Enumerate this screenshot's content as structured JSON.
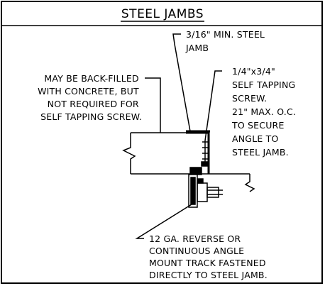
{
  "title": "STEEL JAMBS",
  "labels": {
    "steel_jamb": [
      "3/16\" MIN. STEEL",
      "JAMB"
    ],
    "backfill": [
      "MAY BE BACK-FILLED",
      "WITH CONCRETE, BUT",
      "NOT REQUIRED FOR",
      "SELF TAPPING SCREW."
    ],
    "screw": [
      "1/4\"x3/4\"",
      "SELF TAPPING",
      "SCREW.",
      "21\" MAX. O.C.",
      "TO SECURE",
      "ANGLE TO",
      "STEEL JAMB."
    ],
    "track": [
      "12 GA. REVERSE OR",
      "CONTINUOUS ANGLE",
      "MOUNT TRACK FASTENED",
      "DIRECTLY TO STEEL JAMB."
    ]
  }
}
